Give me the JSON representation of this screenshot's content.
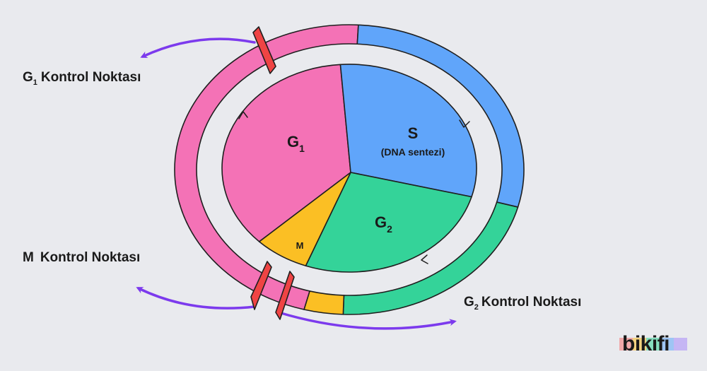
{
  "phases": {
    "g1": {
      "letter": "G",
      "sub": "1"
    },
    "s": {
      "letter": "S",
      "note": "(DNA sentezi)"
    },
    "g2": {
      "letter": "G",
      "sub": "2"
    },
    "m": {
      "letter": "M"
    }
  },
  "checkpoints": {
    "g1": {
      "letter": "G",
      "sub": "1",
      "text": "Kontrol Noktası"
    },
    "m": {
      "letter": "M",
      "text": "Kontrol Noktası"
    },
    "g2": {
      "letter": "G",
      "sub": "2",
      "text": "Kontrol Noktası"
    }
  },
  "brand": {
    "name": "bikifi"
  },
  "colors": {
    "g1": "#f472b6",
    "s": "#60a5fa",
    "g2": "#34d399",
    "m": "#fbbf24",
    "checkpoint": "#ef4444",
    "arrow": "#7c3aed",
    "outline": "#1f1f1f",
    "background": "#e9eaee"
  }
}
